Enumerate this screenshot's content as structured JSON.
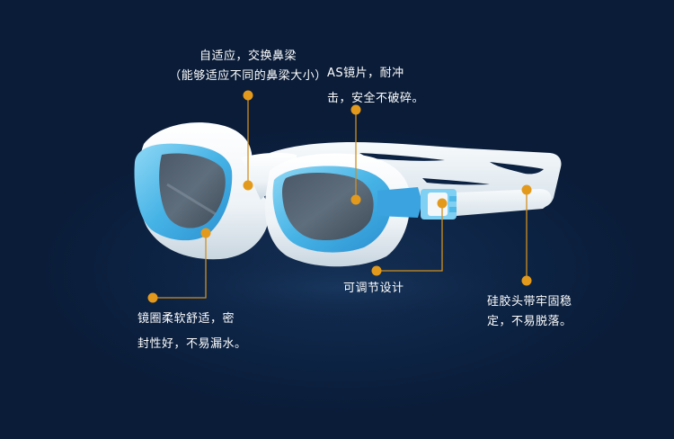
{
  "colors": {
    "background": "#0a1d3a",
    "accent_dot": "#e39a1c",
    "connector_line": "#d08f22",
    "frame_white": "#f2f6f9",
    "lens_blue": "#4fb8e6",
    "lens_tint": "#5c6a78",
    "text": "#ffffff"
  },
  "callouts": [
    {
      "id": "nose-bridge",
      "lines": [
        "自适应，交换鼻梁",
        "（能够适应不同的鼻梁大小）"
      ]
    },
    {
      "id": "lens",
      "lines": [
        "AS镜片，耐冲",
        "击，安全不破碎。"
      ]
    },
    {
      "id": "gasket",
      "lines": [
        "镜圈柔软舒适，密",
        "封性好，不易漏水。"
      ]
    },
    {
      "id": "adjustable",
      "lines": [
        "可调节设计"
      ]
    },
    {
      "id": "strap",
      "lines": [
        "硅胶头带牢固稳",
        "定，不易脱落。"
      ]
    }
  ]
}
